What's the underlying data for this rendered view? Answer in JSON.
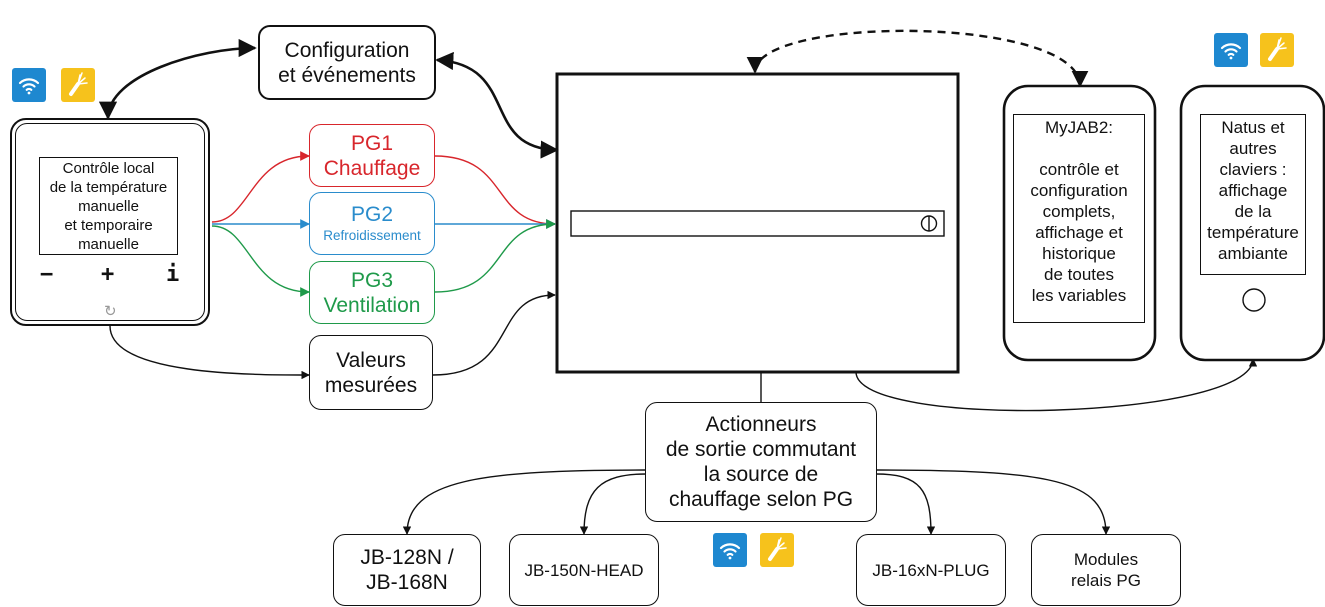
{
  "thermostat": {
    "lines": [
      "Contrôle local",
      "de la température",
      "manuelle",
      "et temporaire",
      "manuelle"
    ],
    "minus": "−",
    "plus": "+",
    "info": "i"
  },
  "config_box": {
    "lines": [
      "Configuration",
      "et événements"
    ]
  },
  "pg1": {
    "name": "PG1",
    "label": "Chauffage",
    "color": "#d8262c"
  },
  "pg2": {
    "name": "PG2",
    "label": "Refroidissement",
    "color": "#2a8ccc"
  },
  "pg3": {
    "name": "PG3",
    "label": "Ventilation",
    "color": "#1f9a4a"
  },
  "measured_box": {
    "lines": [
      "Valeurs",
      "mesurées"
    ]
  },
  "actuators_box": {
    "lines": [
      "Actionneurs",
      "de sortie commutant",
      "la source de",
      "chauffage selon PG"
    ]
  },
  "myjab": {
    "title": "MyJAB2:",
    "lines": [
      "contrôle et",
      "configuration",
      "complets,",
      "affichage et",
      "historique",
      "de toutes",
      "les variables"
    ]
  },
  "natus": {
    "lines": [
      "Natus et",
      "autres",
      "claviers :",
      "affichage",
      "de la",
      "température",
      "ambiante"
    ]
  },
  "devices": {
    "jb128": {
      "lines": [
        "JB-128N /",
        "JB-168N"
      ]
    },
    "jb150": {
      "label": "JB-150N-HEAD"
    },
    "jb16x": {
      "label": "JB-16xN-PLUG"
    },
    "relay": {
      "lines": [
        "Modules",
        "relais PG"
      ]
    }
  }
}
